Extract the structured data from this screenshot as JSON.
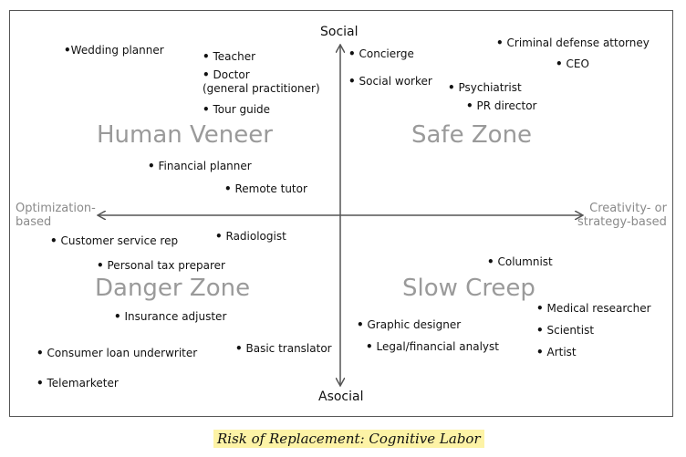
{
  "axes": {
    "top": "Social",
    "bottom": "Asocial",
    "left": "Optimization-\nbased",
    "right": "Creativity- or\nstrategy-based"
  },
  "zones": {
    "top_left": "Human Veneer",
    "top_right": "Safe Zone",
    "bottom_left": "Danger Zone",
    "bottom_right": "Slow Creep"
  },
  "jobs": {
    "wedding_planner": "Wedding planner",
    "teacher": "Teacher",
    "doctor": "Doctor\n(general practitioner)",
    "tour_guide": "Tour guide",
    "financial_planner": "Financial planner",
    "remote_tutor": "Remote tutor",
    "concierge": "Concierge",
    "social_worker": "Social worker",
    "criminal_defense_attorney": "Criminal defense attorney",
    "ceo": "CEO",
    "psychiatrist": "Psychiatrist",
    "pr_director": "PR director",
    "customer_service_rep": "Customer service rep",
    "radiologist": "Radiologist",
    "personal_tax_preparer": "Personal tax preparer",
    "insurance_adjuster": "Insurance adjuster",
    "consumer_loan_underwriter": "Consumer loan underwriter",
    "basic_translator": "Basic translator",
    "telemarketer": "Telemarketer",
    "columnist": "Columnist",
    "medical_researcher": "Medical researcher",
    "scientist": "Scientist",
    "artist": "Artist",
    "graphic_designer": "Graphic designer",
    "legal_financial_analyst": "Legal/financial analyst"
  },
  "caption": "Risk of Replacement: Cognitive Labor",
  "colors": {
    "zone_label": "#9a9a9a",
    "caption_highlight": "#fdf3a6",
    "border": "#555555"
  }
}
